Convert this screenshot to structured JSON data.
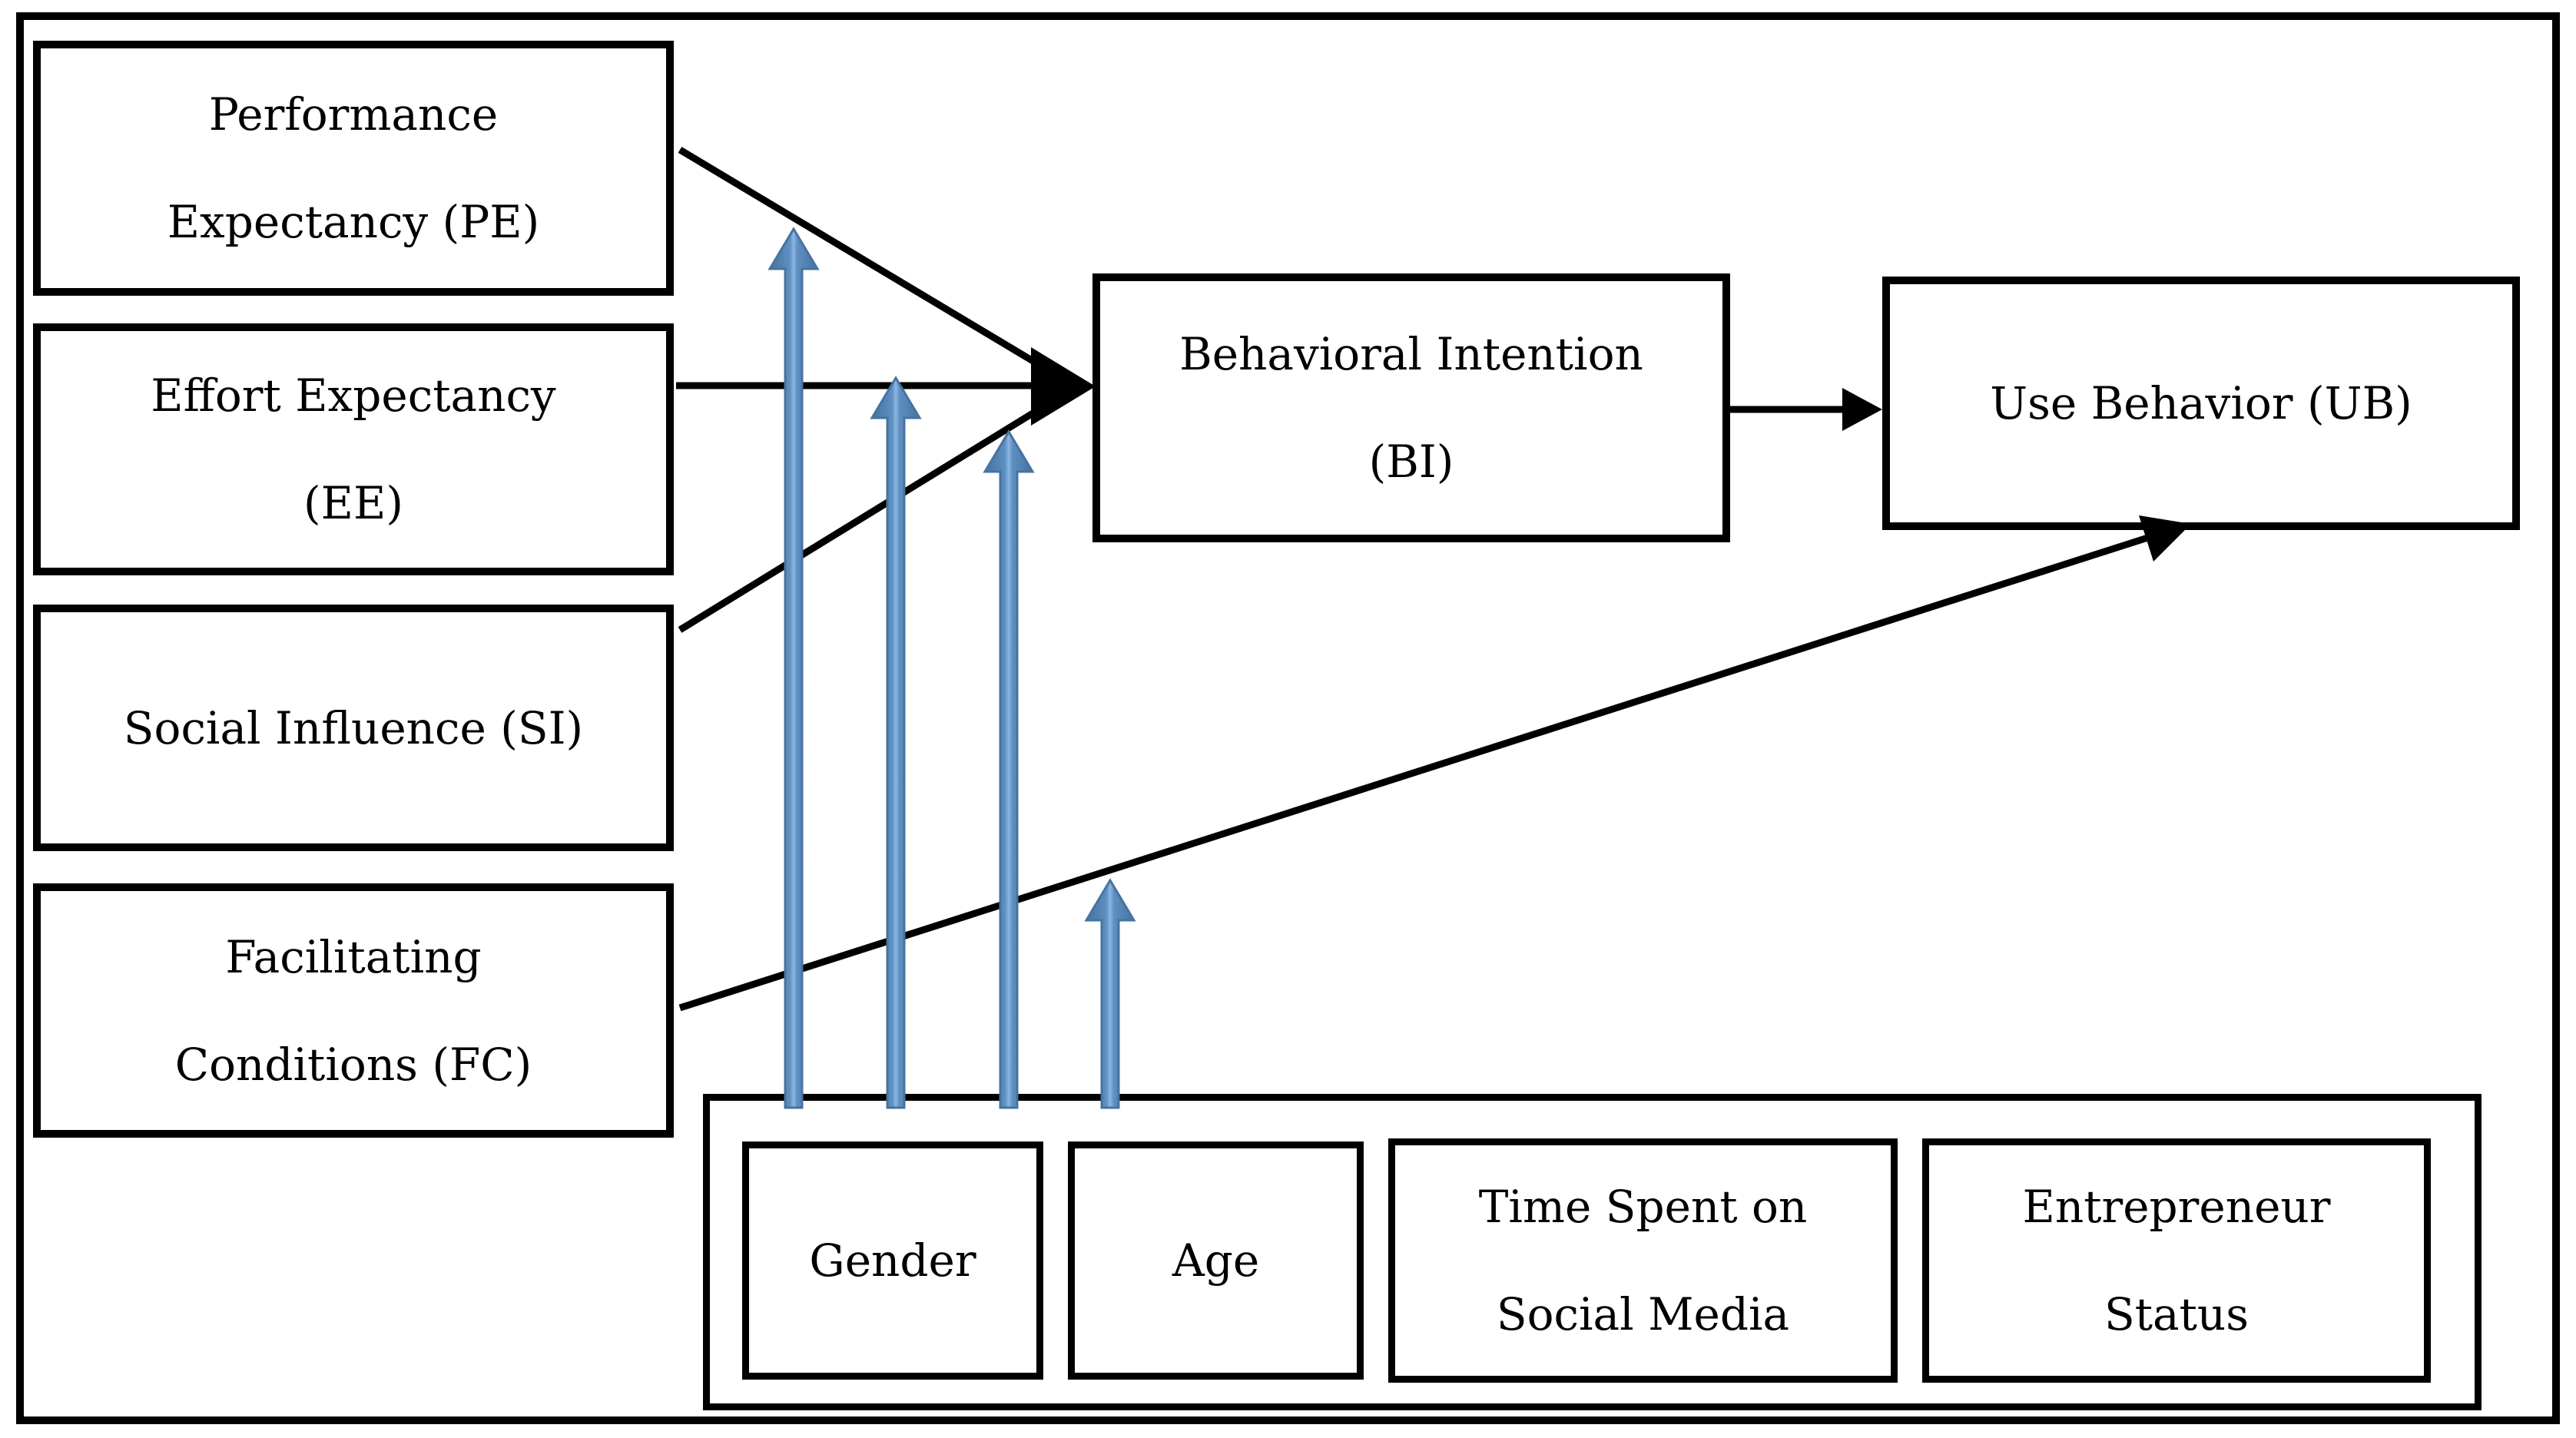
{
  "boxes": {
    "pe": {
      "line1": "Performance",
      "line2": "Expectancy (PE)"
    },
    "ee": {
      "line1": "Effort Expectancy",
      "line2": "(EE)"
    },
    "si": {
      "line1": "Social Influence (SI)"
    },
    "fc": {
      "line1": "Facilitating",
      "line2": "Conditions (FC)"
    },
    "bi": {
      "line1": "Behavioral Intention",
      "line2": "(BI)"
    },
    "ub": {
      "line1": "Use Behavior (UB)"
    },
    "moderators": {
      "gender": {
        "line1": "Gender"
      },
      "age": {
        "line1": "Age"
      },
      "time": {
        "line1": "Time Spent on",
        "line2": "Social Media"
      },
      "entrepreneur": {
        "line1": "Entrepreneur",
        "line2": "Status"
      }
    }
  },
  "colors": {
    "line": "#000000",
    "box_border": "#000000",
    "background": "#ffffff",
    "moderator_arrow_dark": "#46739f",
    "moderator_arrow_mid": "#5e8fc0",
    "moderator_arrow_light": "#8ab7e4"
  }
}
